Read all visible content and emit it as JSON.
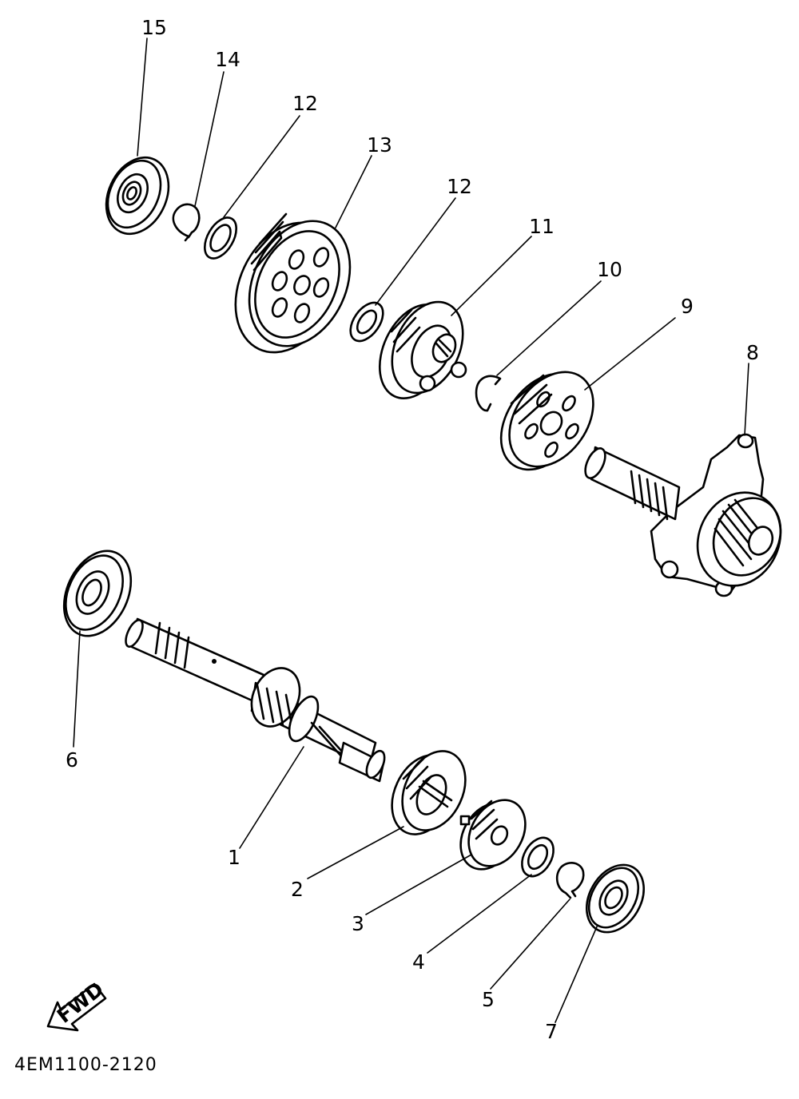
{
  "labels": {
    "p1": "1",
    "p2": "2",
    "p3": "3",
    "p4": "4",
    "p5": "5",
    "p6": "6",
    "p7": "7",
    "p8": "8",
    "p9": "9",
    "p10": "10",
    "p11": "11",
    "p12a": "12",
    "p12b": "12",
    "p13": "13",
    "p14": "14",
    "p15": "15"
  },
  "fwd_label": "FWD",
  "diagram_code": "4EM1100-2120"
}
